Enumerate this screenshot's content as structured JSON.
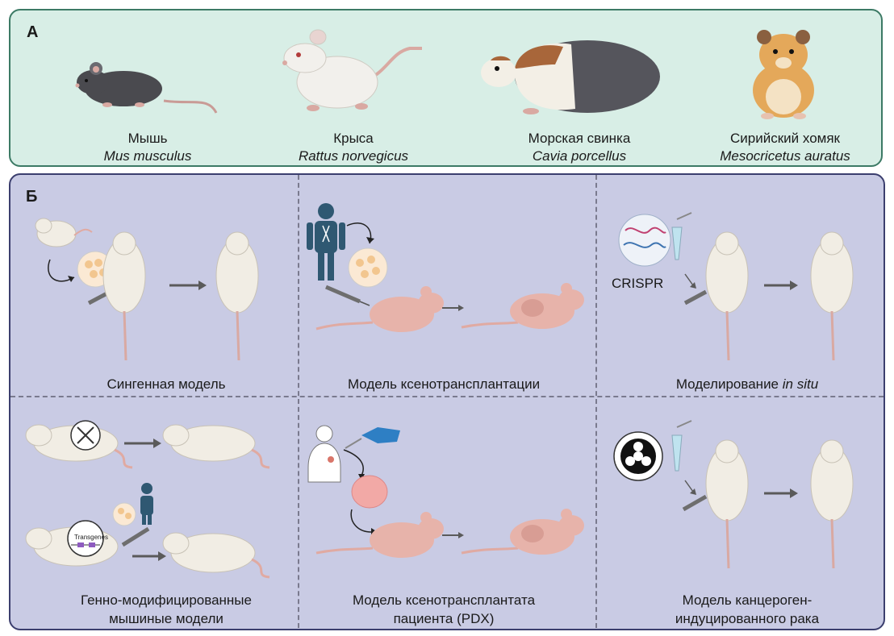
{
  "panel_a": {
    "label": "А",
    "animals": [
      {
        "common": "Мышь",
        "latin": "Mus musculus",
        "icon": "mouse-icon"
      },
      {
        "common": "Крыса",
        "latin": "Rattus norvegicus",
        "icon": "rat-icon"
      },
      {
        "common": "Морская свинка",
        "latin": "Cavia porcellus",
        "icon": "guinea-pig-icon"
      },
      {
        "common": "Сирийский хомяк",
        "latin": "Mesocricetus auratus",
        "icon": "hamster-icon"
      }
    ]
  },
  "panel_b": {
    "label": "Б",
    "crispr_label": "CRISPR",
    "transgenes_label": "Transgenes",
    "cells": [
      {
        "caption": "Сингенная модель"
      },
      {
        "caption": "Модель ксенотрансплантации"
      },
      {
        "caption_prefix": "Моделирование ",
        "caption_italic": "in situ"
      },
      {
        "caption_line1": "Генно-модифицированные",
        "caption_line2": "мышиные модели"
      },
      {
        "caption_line1": "Модель ксенотрансплантата",
        "caption_line2": "пациента (PDX)"
      },
      {
        "caption_line1": "Модель канцероген-",
        "caption_line2": "индуцированного рака"
      }
    ]
  },
  "colors": {
    "panel_a_bg": "#d8eee6",
    "panel_a_border": "#3c7a65",
    "panel_b_bg": "#c9cbe4",
    "panel_b_border": "#3b3e6e",
    "mouse_body": "#f1ede4",
    "nude_mouse": "#e7b3aa",
    "arrow": "#5a5a5a",
    "human": "#2f5872",
    "cells": "#f2c68f"
  }
}
